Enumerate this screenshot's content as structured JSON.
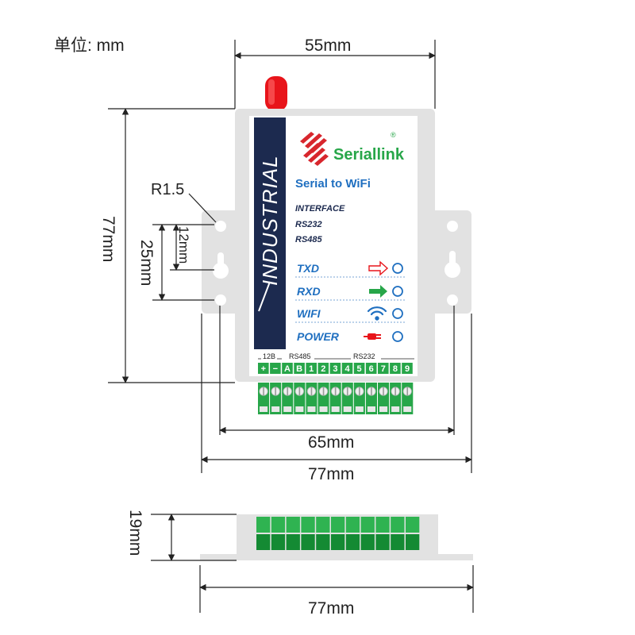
{
  "unit_label": "单位: mm",
  "dimensions": {
    "top_width": "55mm",
    "height_total": "77mm",
    "hole_spacing": "25mm",
    "slot_length": "12mm",
    "corner_radius": "R1.5",
    "mount_hole_span": "65mm",
    "bottom_width": "77mm",
    "side_height": "19mm",
    "side_width": "77mm"
  },
  "device": {
    "vertical_text": "INDUSTRIAL",
    "brand": "Seriallink",
    "registered": "®",
    "product": "Serial to WiFi",
    "interface_title": "INTERFACE",
    "interface_1": "RS232",
    "interface_2": "RS485",
    "leds": [
      {
        "label": "TXD",
        "icon": "outline-arrow-icon"
      },
      {
        "label": "RXD",
        "icon": "solid-arrow-icon"
      },
      {
        "label": "WIFI",
        "icon": "wifi-icon"
      },
      {
        "label": "POWER",
        "icon": "power-plug-icon"
      }
    ],
    "terminal_group_power": "12B",
    "terminal_group_rs485": "RS485",
    "terminal_group_rs232": "RS232",
    "terminals": [
      "+",
      "−",
      "A",
      "B",
      "1",
      "2",
      "3",
      "4",
      "5",
      "6",
      "7",
      "8",
      "9"
    ]
  },
  "colors": {
    "accent_blue": "#1f6fc0",
    "antenna_red": "#e8141a",
    "terminal_green": "#27a649",
    "navy": "#1c2a4f",
    "case_grey": "#e2e2e2"
  }
}
